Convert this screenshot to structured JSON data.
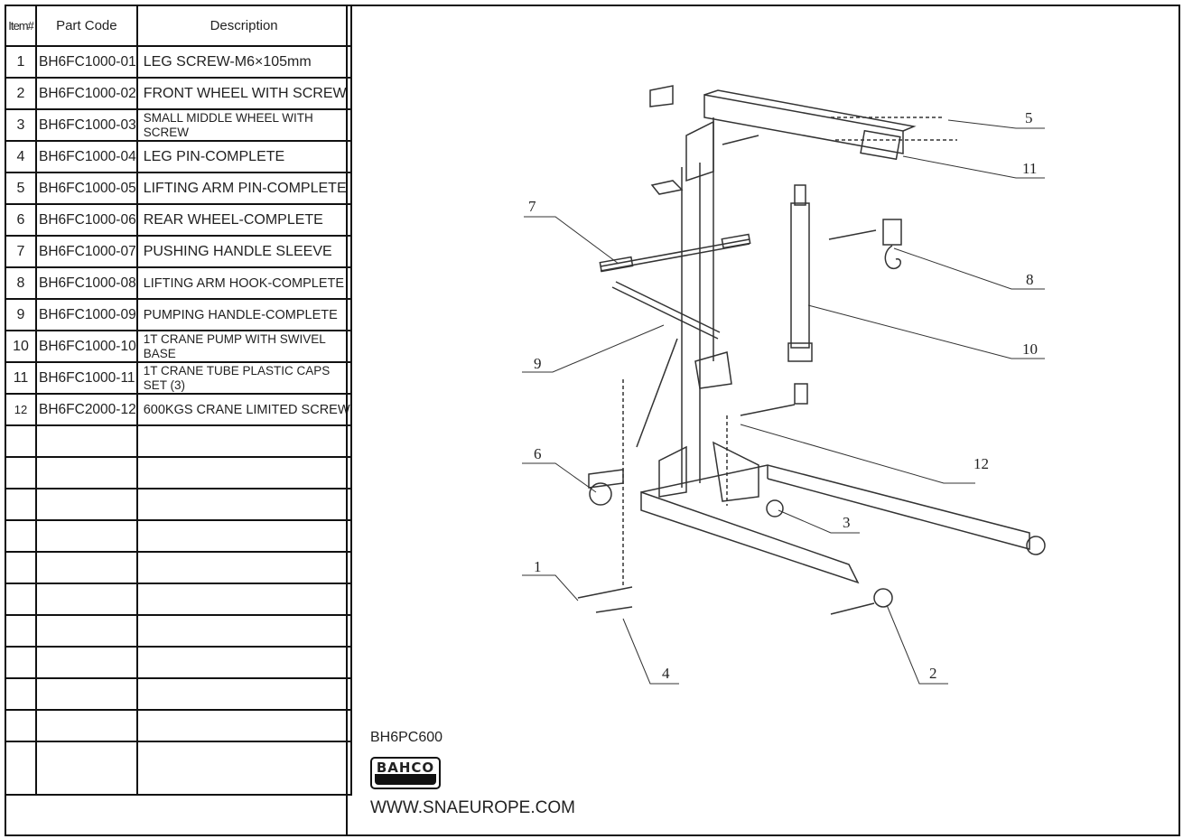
{
  "table": {
    "headers": {
      "item": "Item#",
      "code": "Part Code",
      "desc": "Description"
    },
    "rows": [
      {
        "item": "1",
        "code": "BH6FC1000-01",
        "desc": "LEG SCREW-M6×105mm"
      },
      {
        "item": "2",
        "code": "BH6FC1000-02",
        "desc": "FRONT WHEEL WITH SCREW"
      },
      {
        "item": "3",
        "code": "BH6FC1000-03",
        "desc": "SMALL MIDDLE WHEEL WITH SCREW"
      },
      {
        "item": "4",
        "code": "BH6FC1000-04",
        "desc": "LEG PIN-COMPLETE"
      },
      {
        "item": "5",
        "code": "BH6FC1000-05",
        "desc": "LIFTING ARM PIN-COMPLETE"
      },
      {
        "item": "6",
        "code": "BH6FC1000-06",
        "desc": "REAR WHEEL-COMPLETE"
      },
      {
        "item": "7",
        "code": "BH6FC1000-07",
        "desc": "PUSHING HANDLE SLEEVE"
      },
      {
        "item": "8",
        "code": "BH6FC1000-08",
        "desc": "LIFTING ARM HOOK-COMPLETE"
      },
      {
        "item": "9",
        "code": "BH6FC1000-09",
        "desc": "PUMPING HANDLE-COMPLETE"
      },
      {
        "item": "10",
        "code": "BH6FC1000-10",
        "desc": "1T CRANE PUMP WITH SWIVEL BASE"
      },
      {
        "item": "11",
        "code": "BH6FC1000-11",
        "desc": "1T CRANE TUBE PLASTIC CAPS SET (3)"
      },
      {
        "item": "12",
        "code": "BH6FC2000-12",
        "desc": "600KGS CRANE LIMITED SCREW"
      }
    ]
  },
  "footer": {
    "model": "BH6PC600",
    "logo_text": "BAHCO",
    "url": "WWW.SNAEUROPE.COM"
  },
  "callouts": [
    "1",
    "2",
    "3",
    "4",
    "5",
    "6",
    "7",
    "8",
    "9",
    "10",
    "11",
    "12"
  ]
}
